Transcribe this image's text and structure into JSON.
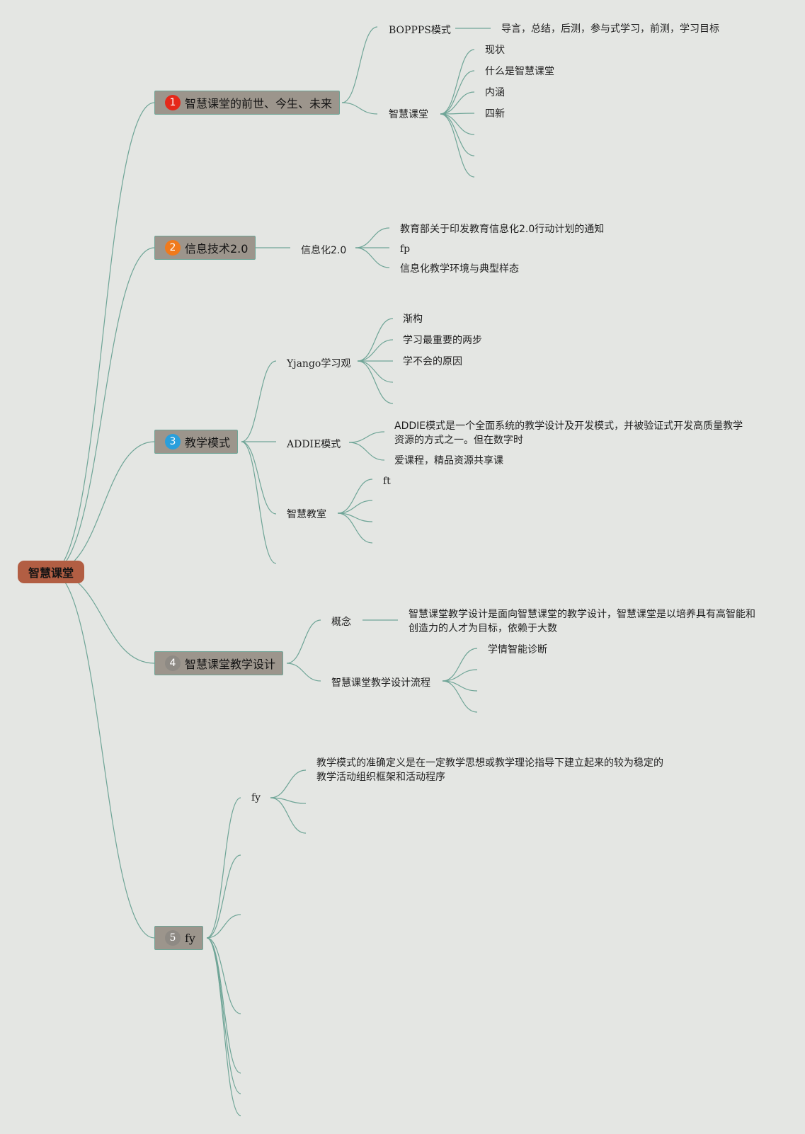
{
  "map": {
    "root": "智慧课堂",
    "branches": [
      {
        "label": "智慧课堂的前世、今生、未来",
        "badge": "1",
        "badge_color": "#e5281a",
        "children": [
          {
            "label": "BOPPPS模式",
            "leaf": "导言，总结，后测，参与式学习，前测，学习目标"
          },
          {
            "label": "智慧课堂",
            "items": [
              "现状",
              "什么是智慧课堂",
              "内涵",
              "四新"
            ]
          }
        ]
      },
      {
        "label": "信息技术2.0",
        "badge": "2",
        "badge_color": "#f07a1c",
        "children": [
          {
            "label": "信息化2.0",
            "items": [
              "教育部关于印发教育信息化2.0行动计划的通知",
              "fp",
              "信息化教学环境与典型样态"
            ]
          }
        ]
      },
      {
        "label": "教学模式",
        "badge": "3",
        "badge_color": "#2a9fdc",
        "children": [
          {
            "label": "Yjango学习观",
            "items": [
              "渐构",
              "学习最重要的两步",
              "学不会的原因"
            ]
          },
          {
            "label": "ADDIE模式",
            "items": [
              "ADDIE模式是一个全面系统的教学设计及开发模式，并被验证式开发高质量教学资源的方式之一。但在数字时",
              "爱课程，精品资源共享课"
            ]
          },
          {
            "label": "智慧教室",
            "items": [
              "ft"
            ]
          }
        ]
      },
      {
        "label": "智慧课堂教学设计",
        "badge": "4",
        "badge_color": "#8e8a84",
        "children": [
          {
            "label": "概念",
            "leaf": "智慧课堂教学设计是面向智慧课堂的教学设计，智慧课堂是以培养具有高智能和创造力的人才为目标，依赖于大数"
          },
          {
            "label": "智慧课堂教学设计流程",
            "items": [
              "学情智能诊断"
            ]
          }
        ]
      },
      {
        "label": "fy",
        "badge": "5",
        "badge_color": "#8e8a84",
        "children": [
          {
            "label": "fy",
            "items": [
              "教学模式的准确定义是在一定教学思想或教学理论指导下建立起来的较为稳定的教学活动组织框架和活动程序"
            ]
          }
        ]
      }
    ]
  }
}
